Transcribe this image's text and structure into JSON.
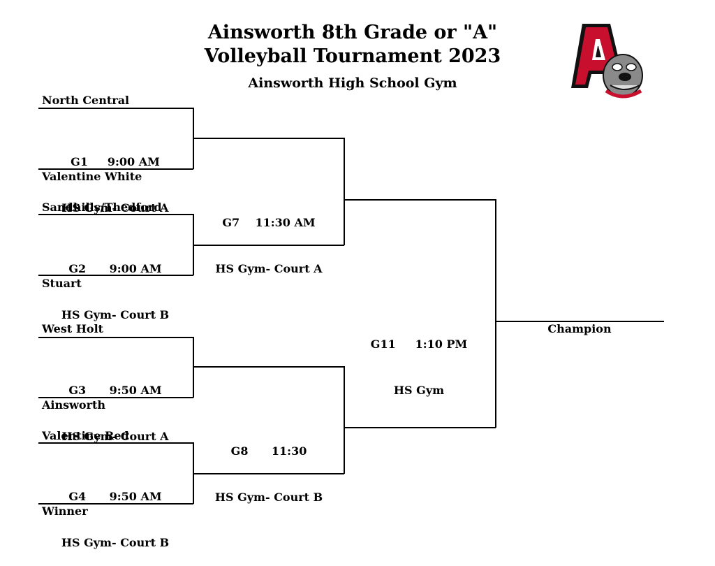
{
  "header": {
    "title_line1": "Ainsworth 8th Grade or \"A\"",
    "title_line2": "Volleyball Tournament 2023",
    "subtitle": "Ainsworth High School Gym"
  },
  "logo": {
    "letter": "A",
    "icon": "bulldog-mascot-icon",
    "colors": {
      "red": "#c8102e",
      "black": "#111111"
    }
  },
  "teams": [
    "North Central",
    "Valentine White",
    "Sandhills/Thedford",
    "Stuart",
    "West Holt",
    "Ainsworth",
    "Valentine Red",
    "Winner"
  ],
  "games": {
    "g1": {
      "line1": "G1     9:00 AM",
      "line2": "HS Gym- Court A"
    },
    "g2": {
      "line1": "G2      9:00 AM",
      "line2": "HS Gym- Court B"
    },
    "g3": {
      "line1": "G3      9:50 AM",
      "line2": "HS Gym- Court A"
    },
    "g4": {
      "line1": "G4      9:50 AM",
      "line2": "HS Gym- Court B"
    },
    "g7": {
      "line1": "G7    11:30 AM",
      "line2": "HS Gym- Court A"
    },
    "g8": {
      "line1": "G8      11:30",
      "line2": "HS Gym- Court B"
    },
    "g11": {
      "line1": "G11     1:10 PM",
      "line2": "HS Gym"
    }
  },
  "champion": "Champion"
}
